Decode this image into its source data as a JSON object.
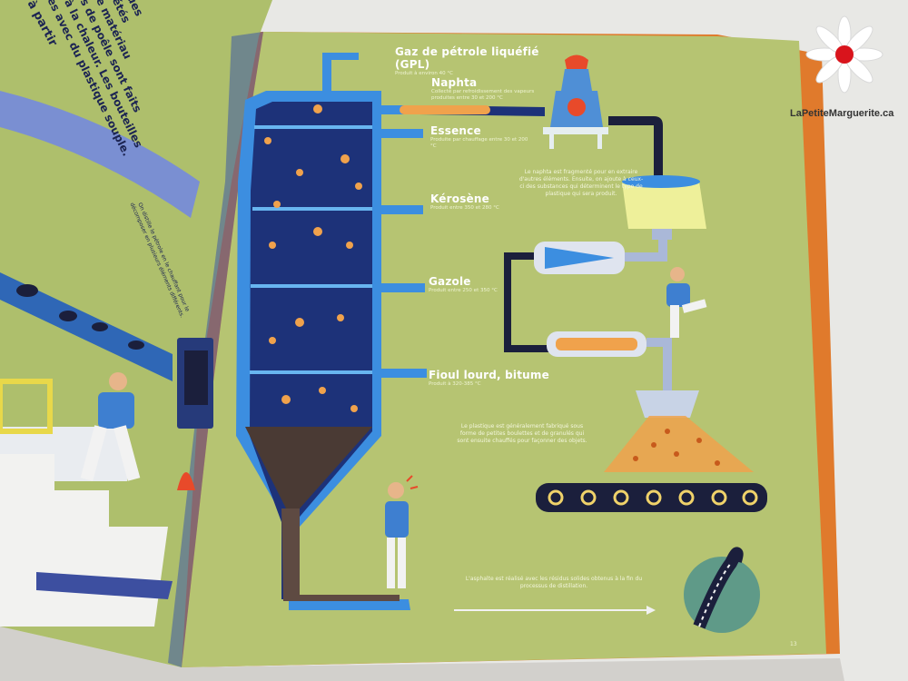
{
  "watermark": {
    "text": "LaPetiteMarguerite.ca"
  },
  "right_page": {
    "labels": [
      {
        "title": "Gaz de pétrole liquéfié (GPL)",
        "detail": "Produit à environ 40 °C"
      },
      {
        "title": "Naphta",
        "detail": "Collecté par refroidissement des vapeurs produites entre 30 et 200 °C"
      },
      {
        "title": "Essence",
        "detail": "Produite par chauffage entre 30 et 200 °C"
      },
      {
        "title": "Kérosène",
        "detail": "Produit entre 350 et 280 °C"
      },
      {
        "title": "Gazole",
        "detail": "Produit entre 250 et 350 °C"
      },
      {
        "title": "Fioul lourd, bitume",
        "detail": "Produit à 320-385 °C"
      }
    ],
    "naphta_caption": "Le naphta est fragmenté pour en extraire d'autres éléments. Ensuite, on ajoute à ceux-ci des substances qui déterminent le type de plastique qui sera produit.",
    "plastic_caption": "Le plastique est généralement fabriqué sous forme de petites boulettes et de granulés qui sont ensuite chauffés pour façonner des objets.",
    "asphalt_caption": "L'asphalte est réalisé avec les résidus solides obtenus à la fin du processus de distillation.",
    "page_number": "13"
  },
  "left_page": {
    "top_lines": [
      "à partir",
      "extraite",
      "es plastiques",
      "es propriétés",
      "à chaque matériau",
      "ranches de poêle sont faits",
      "stant à la chaleur. Les bouteilles",
      "iquées avec du plastique souple."
    ],
    "distill_caption": "On distille le pétrole en le chauffant pour le décomposer en plusieurs éléments différents."
  }
}
